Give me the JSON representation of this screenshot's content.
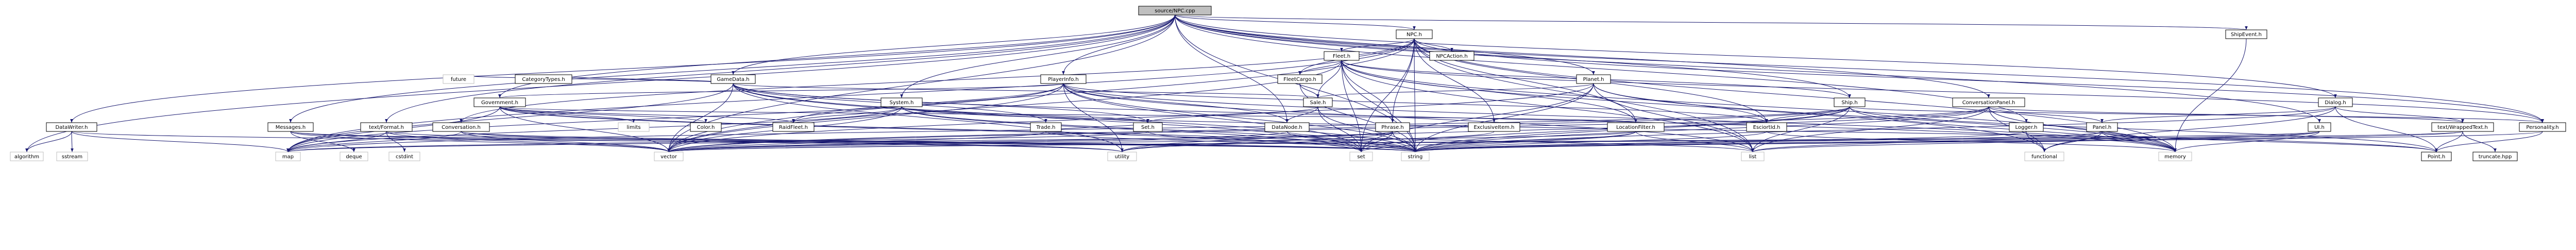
{
  "graph": {
    "nodes": [
      {
        "id": "npc_cpp",
        "label": "source/NPC.cpp",
        "kind": "root"
      },
      {
        "id": "npc_h",
        "label": "NPC.h",
        "kind": "project"
      },
      {
        "id": "fleet_h",
        "label": "Fleet.h",
        "kind": "project"
      },
      {
        "id": "npcaction_h",
        "label": "NPCAction.h",
        "kind": "project"
      },
      {
        "id": "fleetcargo_h",
        "label": "FleetCargo.h",
        "kind": "project"
      },
      {
        "id": "sale_h",
        "label": "Sale.h",
        "kind": "project"
      },
      {
        "id": "gamedata_h",
        "label": "GameData.h",
        "kind": "project"
      },
      {
        "id": "playerinfo_h",
        "label": "PlayerInfo.h",
        "kind": "project"
      },
      {
        "id": "planet_h",
        "label": "Planet.h",
        "kind": "project"
      },
      {
        "id": "ship_h",
        "label": "Ship.h",
        "kind": "project"
      },
      {
        "id": "convpanel_h",
        "label": "ConversationPanel.h",
        "kind": "project"
      },
      {
        "id": "dialog_h",
        "label": "Dialog.h",
        "kind": "project"
      },
      {
        "id": "shipevent_h",
        "label": "ShipEvent.h",
        "kind": "project"
      },
      {
        "id": "government_h",
        "label": "Government.h",
        "kind": "project"
      },
      {
        "id": "system_h",
        "label": "System.h",
        "kind": "project"
      },
      {
        "id": "conversation_h",
        "label": "Conversation.h",
        "kind": "project"
      },
      {
        "id": "categorytypes_h",
        "label": "CategoryTypes.h",
        "kind": "project"
      },
      {
        "id": "datawriter_h",
        "label": "DataWriter.h",
        "kind": "project"
      },
      {
        "id": "messages_h",
        "label": "Messages.h",
        "kind": "project"
      },
      {
        "id": "textformat_h",
        "label": "text/Format.h",
        "kind": "project"
      },
      {
        "id": "color_h",
        "label": "Color.h",
        "kind": "project"
      },
      {
        "id": "raidfleet_h",
        "label": "RaidFleet.h",
        "kind": "project"
      },
      {
        "id": "trade_h",
        "label": "Trade.h",
        "kind": "project"
      },
      {
        "id": "set_h",
        "label": "Set.h",
        "kind": "project"
      },
      {
        "id": "datanode_h",
        "label": "DataNode.h",
        "kind": "project"
      },
      {
        "id": "phrase_h",
        "label": "Phrase.h",
        "kind": "project"
      },
      {
        "id": "exclusiveitem_h",
        "label": "ExclusiveItem.h",
        "kind": "project"
      },
      {
        "id": "locationfilter_h",
        "label": "LocationFilter.h",
        "kind": "project"
      },
      {
        "id": "escortd_h",
        "label": "EsciortId.h",
        "kind": "project"
      },
      {
        "id": "logger_h",
        "label": "Logger.h",
        "kind": "project"
      },
      {
        "id": "panel_h",
        "label": "Panel.h",
        "kind": "project"
      },
      {
        "id": "ui_h",
        "label": "UI.h",
        "kind": "project"
      },
      {
        "id": "textwrapped_h",
        "label": "text/WrappedText.h",
        "kind": "project"
      },
      {
        "id": "personality_h",
        "label": "Personality.h",
        "kind": "project"
      },
      {
        "id": "point_h",
        "label": "Point.h",
        "kind": "project"
      },
      {
        "id": "truncate_hpp",
        "label": "truncate.hpp",
        "kind": "project"
      },
      {
        "id": "future",
        "label": "future",
        "kind": "system"
      },
      {
        "id": "limits",
        "label": "limits",
        "kind": "system"
      },
      {
        "id": "algorithm",
        "label": "algorithm",
        "kind": "system"
      },
      {
        "id": "sstream",
        "label": "sstream",
        "kind": "system"
      },
      {
        "id": "map",
        "label": "map",
        "kind": "system"
      },
      {
        "id": "deque",
        "label": "deque",
        "kind": "system"
      },
      {
        "id": "cstdint",
        "label": "cstdint",
        "kind": "system"
      },
      {
        "id": "vector",
        "label": "vector",
        "kind": "system"
      },
      {
        "id": "utility",
        "label": "utility",
        "kind": "system"
      },
      {
        "id": "set",
        "label": "set",
        "kind": "system"
      },
      {
        "id": "string",
        "label": "string",
        "kind": "system"
      },
      {
        "id": "list",
        "label": "list",
        "kind": "system"
      },
      {
        "id": "functional",
        "label": "functional",
        "kind": "system"
      },
      {
        "id": "memory",
        "label": "memory",
        "kind": "system"
      }
    ],
    "edges": [
      [
        "npc_cpp",
        "npc_h"
      ],
      [
        "npc_cpp",
        "algorithm"
      ],
      [
        "npc_cpp",
        "datawriter_h"
      ],
      [
        "npc_cpp",
        "messages_h"
      ],
      [
        "npc_cpp",
        "textformat_h"
      ],
      [
        "npc_cpp",
        "gamedata_h"
      ],
      [
        "npc_cpp",
        "government_h"
      ],
      [
        "npc_cpp",
        "system_h"
      ],
      [
        "npc_cpp",
        "playerinfo_h"
      ],
      [
        "npc_cpp",
        "datanode_h"
      ],
      [
        "npc_cpp",
        "planet_h"
      ],
      [
        "npc_cpp",
        "ship_h"
      ],
      [
        "npc_cpp",
        "convpanel_h"
      ],
      [
        "npc_cpp",
        "dialog_h"
      ],
      [
        "npc_cpp",
        "shipevent_h"
      ],
      [
        "npc_cpp",
        "ui_h"
      ],
      [
        "npc_cpp",
        "logger_h"
      ],
      [
        "npc_cpp",
        "personality_h"
      ],
      [
        "npc_cpp",
        "vector"
      ],
      [
        "npc_cpp",
        "string"
      ],
      [
        "npc_h",
        "fleet_h"
      ],
      [
        "npc_h",
        "npcaction_h"
      ],
      [
        "npc_h",
        "fleetcargo_h"
      ],
      [
        "npc_h",
        "conversation_h"
      ],
      [
        "npc_h",
        "exclusiveitem_h"
      ],
      [
        "npc_h",
        "locationfilter_h"
      ],
      [
        "npc_h",
        "phrase_h"
      ],
      [
        "npc_h",
        "personality_h"
      ],
      [
        "npc_h",
        "escortd_h"
      ],
      [
        "npc_h",
        "list"
      ],
      [
        "npc_h",
        "map"
      ],
      [
        "npc_h",
        "memory"
      ],
      [
        "npc_h",
        "set"
      ],
      [
        "npc_h",
        "string"
      ],
      [
        "npc_h",
        "vector"
      ],
      [
        "fleet_h",
        "fleetcargo_h"
      ],
      [
        "fleet_h",
        "sale_h"
      ],
      [
        "fleet_h",
        "locationfilter_h"
      ],
      [
        "fleet_h",
        "personality_h"
      ],
      [
        "fleet_h",
        "phrase_h"
      ],
      [
        "fleet_h",
        "functional"
      ],
      [
        "fleet_h",
        "list"
      ],
      [
        "fleet_h",
        "memory"
      ],
      [
        "fleet_h",
        "set"
      ],
      [
        "fleet_h",
        "string"
      ],
      [
        "fleet_h",
        "vector"
      ],
      [
        "fleetcargo_h",
        "sale_h"
      ],
      [
        "fleetcargo_h",
        "string"
      ],
      [
        "sale_h",
        "set_h"
      ],
      [
        "sale_h",
        "set"
      ],
      [
        "sale_h",
        "string"
      ],
      [
        "sale_h",
        "datanode_h"
      ],
      [
        "gamedata_h",
        "categorytypes_h"
      ],
      [
        "gamedata_h",
        "sale_h"
      ],
      [
        "gamedata_h",
        "set_h"
      ],
      [
        "gamedata_h",
        "trade_h"
      ],
      [
        "gamedata_h",
        "future"
      ],
      [
        "gamedata_h",
        "map"
      ],
      [
        "gamedata_h",
        "memory"
      ],
      [
        "gamedata_h",
        "set"
      ],
      [
        "gamedata_h",
        "string"
      ],
      [
        "gamedata_h",
        "utility"
      ],
      [
        "gamedata_h",
        "vector"
      ],
      [
        "playerinfo_h",
        "datanode_h"
      ],
      [
        "playerinfo_h",
        "escortd_h"
      ],
      [
        "playerinfo_h",
        "government_h"
      ],
      [
        "playerinfo_h",
        "raidfleet_h"
      ],
      [
        "playerinfo_h",
        "list"
      ],
      [
        "playerinfo_h",
        "map"
      ],
      [
        "playerinfo_h",
        "memory"
      ],
      [
        "playerinfo_h",
        "set"
      ],
      [
        "playerinfo_h",
        "string"
      ],
      [
        "playerinfo_h",
        "utility"
      ],
      [
        "playerinfo_h",
        "vector"
      ],
      [
        "planet_h",
        "sale_h"
      ],
      [
        "planet_h",
        "list"
      ],
      [
        "planet_h",
        "memory"
      ],
      [
        "planet_h",
        "set"
      ],
      [
        "planet_h",
        "string"
      ],
      [
        "planet_h",
        "vector"
      ],
      [
        "ship_h",
        "escortd_h"
      ],
      [
        "ship_h",
        "personality_h"
      ],
      [
        "ship_h",
        "point_h"
      ],
      [
        "ship_h",
        "list"
      ],
      [
        "ship_h",
        "map"
      ],
      [
        "ship_h",
        "memory"
      ],
      [
        "ship_h",
        "set"
      ],
      [
        "ship_h",
        "string"
      ],
      [
        "ship_h",
        "vector"
      ],
      [
        "convpanel_h",
        "panel_h"
      ],
      [
        "convpanel_h",
        "textwrapped_h"
      ],
      [
        "convpanel_h",
        "functional"
      ],
      [
        "convpanel_h",
        "list"
      ],
      [
        "convpanel_h",
        "memory"
      ],
      [
        "convpanel_h",
        "string"
      ],
      [
        "convpanel_h",
        "utility"
      ],
      [
        "convpanel_h",
        "vector"
      ],
      [
        "dialog_h",
        "panel_h"
      ],
      [
        "dialog_h",
        "point_h"
      ],
      [
        "dialog_h",
        "textwrapped_h"
      ],
      [
        "dialog_h",
        "functional"
      ],
      [
        "dialog_h",
        "string"
      ],
      [
        "government_h",
        "color_h"
      ],
      [
        "government_h",
        "locationfilter_h"
      ],
      [
        "government_h",
        "raidfleet_h"
      ],
      [
        "government_h",
        "limits"
      ],
      [
        "government_h",
        "map"
      ],
      [
        "government_h",
        "set"
      ],
      [
        "government_h",
        "string"
      ],
      [
        "government_h",
        "vector"
      ],
      [
        "system_h",
        "set_h"
      ],
      [
        "system_h",
        "point_h"
      ],
      [
        "system_h",
        "raidfleet_h"
      ],
      [
        "system_h",
        "map"
      ],
      [
        "system_h",
        "set"
      ],
      [
        "system_h",
        "string"
      ],
      [
        "system_h",
        "vector"
      ],
      [
        "conversation_h",
        "map"
      ],
      [
        "conversation_h",
        "string"
      ],
      [
        "conversation_h",
        "utility"
      ],
      [
        "conversation_h",
        "vector"
      ],
      [
        "datawriter_h",
        "algorithm"
      ],
      [
        "datawriter_h",
        "map"
      ],
      [
        "datawriter_h",
        "sstream"
      ],
      [
        "datawriter_h",
        "string"
      ],
      [
        "messages_h",
        "deque"
      ],
      [
        "messages_h",
        "string"
      ],
      [
        "messages_h",
        "utility"
      ],
      [
        "messages_h",
        "vector"
      ],
      [
        "textformat_h",
        "cstdint"
      ],
      [
        "textformat_h",
        "map"
      ],
      [
        "textformat_h",
        "string"
      ],
      [
        "textformat_h",
        "vector"
      ],
      [
        "trade_h",
        "set_h"
      ],
      [
        "trade_h",
        "string"
      ],
      [
        "trade_h",
        "vector"
      ],
      [
        "set_h",
        "map"
      ],
      [
        "set_h",
        "string"
      ],
      [
        "datanode_h",
        "list"
      ],
      [
        "datanode_h",
        "string"
      ],
      [
        "datanode_h",
        "vector"
      ],
      [
        "phrase_h",
        "map"
      ],
      [
        "phrase_h",
        "set"
      ],
      [
        "phrase_h",
        "string"
      ],
      [
        "phrase_h",
        "utility"
      ],
      [
        "phrase_h",
        "vector"
      ],
      [
        "exclusiveitem_h",
        "utility"
      ],
      [
        "locationfilter_h",
        "list"
      ],
      [
        "locationfilter_h",
        "set"
      ],
      [
        "locationfilter_h",
        "string"
      ],
      [
        "locationfilter_h",
        "vector"
      ],
      [
        "escortd_h",
        "memory"
      ],
      [
        "escortd_h",
        "string"
      ],
      [
        "logger_h",
        "functional"
      ],
      [
        "logger_h",
        "string"
      ],
      [
        "panel_h",
        "list"
      ],
      [
        "panel_h",
        "memory"
      ],
      [
        "panel_h",
        "string"
      ],
      [
        "panel_h",
        "functional"
      ],
      [
        "panel_h",
        "point_h"
      ],
      [
        "ui_h",
        "list"
      ],
      [
        "ui_h",
        "memory"
      ],
      [
        "ui_h",
        "string"
      ],
      [
        "ui_h",
        "vector"
      ],
      [
        "textwrapped_h",
        "point_h"
      ],
      [
        "textwrapped_h",
        "truncate_hpp"
      ],
      [
        "textwrapped_h",
        "string"
      ],
      [
        "textwrapped_h",
        "vector"
      ],
      [
        "personality_h",
        "point_h"
      ],
      [
        "personality_h",
        "string"
      ],
      [
        "shipevent_h",
        "memory"
      ],
      [
        "fleet_h",
        "ship_h"
      ],
      [
        "planet_h",
        "escortd_h"
      ]
    ],
    "colors": {
      "root_fill": "#bfbfbf",
      "root_stroke": "#000000",
      "project_fill": "#ffffff",
      "project_stroke": "#000000",
      "highlight_stroke": "#ff0000",
      "system_fill": "#ffffff",
      "system_stroke": "#bfbfbf",
      "edge": "#191970",
      "text": "#000000"
    }
  }
}
